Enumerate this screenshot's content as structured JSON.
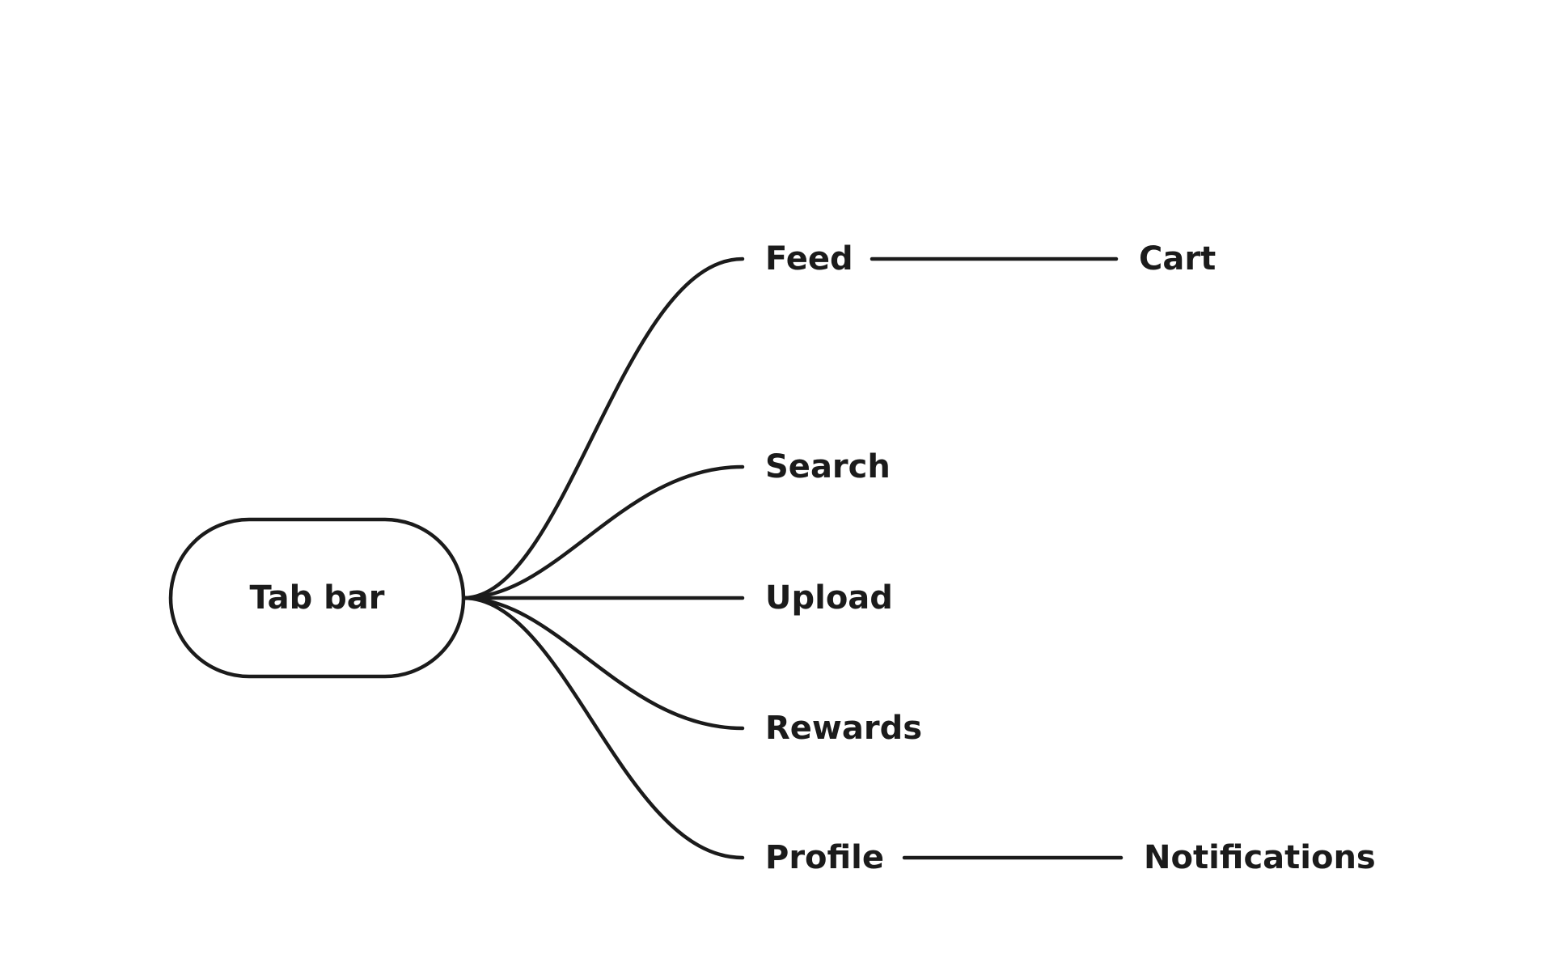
{
  "diagram": {
    "type": "mind-map",
    "root": {
      "label": "Tab bar"
    },
    "branches": [
      {
        "label": "Feed",
        "children": [
          "Cart"
        ]
      },
      {
        "label": "Search",
        "children": []
      },
      {
        "label": "Upload",
        "children": []
      },
      {
        "label": "Rewards",
        "children": []
      },
      {
        "label": "Profile",
        "children": [
          "Notifications"
        ]
      }
    ]
  },
  "colors": {
    "background": "#ffffff",
    "ink": "#1b1b1b"
  }
}
